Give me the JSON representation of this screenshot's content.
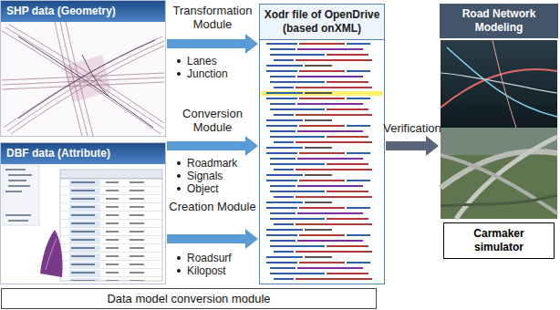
{
  "diagram": {
    "nodes": [
      {
        "text": [
          "SHP data (Geometry)"
        ]
      },
      {
        "text": [
          "DBF data (Attribute)"
        ]
      },
      {
        "text": [
          "Xodr file of OpenDrive (based onXML)"
        ]
      },
      {
        "text": [
          "Road Network Modeling"
        ]
      },
      {
        "text": [
          "Carmaker simulator"
        ],
        "in": 3
      },
      {
        "text": [
          "Data model conversion module"
        ]
      }
    ],
    "edges": [
      {
        "from": 0,
        "to": 2,
        "arrow": "to",
        "label": "Transformation Module"
      },
      {
        "from": 1,
        "to": 2,
        "arrow": "to",
        "label": "Conversion Module"
      },
      {
        "from": 1,
        "to": 2,
        "arrow": "to",
        "label": "Creation Module"
      },
      {
        "from": 2,
        "to": 3,
        "arrow": "to",
        "label": "Verification"
      }
    ],
    "labels": [
      "Lanes",
      "Junction",
      "Roadmark",
      "Signals",
      "Object",
      "Roadsurf",
      "Kilopost"
    ]
  }
}
